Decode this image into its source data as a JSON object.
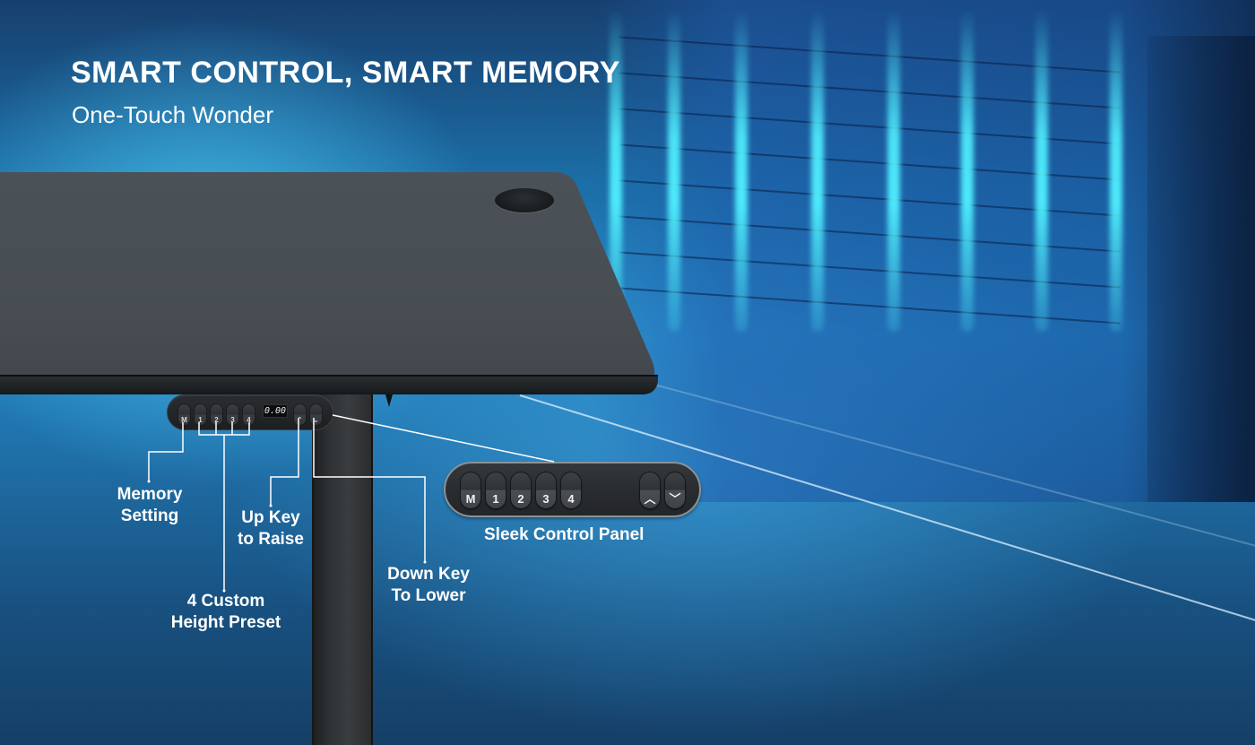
{
  "header": {
    "title": "SMART CONTROL, SMART MEMORY",
    "subtitle": "One-Touch Wonder"
  },
  "mini_panel": {
    "keys": [
      "M",
      "1",
      "2",
      "3",
      "4"
    ],
    "display": "0.00",
    "arrows": [
      "up-key",
      "down-key"
    ]
  },
  "big_panel": {
    "keys": [
      "M",
      "1",
      "2",
      "3",
      "4"
    ],
    "up_glyph": "︿",
    "down_glyph": "﹀",
    "caption": "Sleek Control Panel"
  },
  "callouts": {
    "memory": [
      "Memory",
      "Setting"
    ],
    "up": [
      "Up Key",
      "to Raise"
    ],
    "presets": [
      "4 Custom",
      "Height Preset"
    ],
    "down": [
      "Down Key",
      "To Lower"
    ]
  },
  "colors": {
    "background_blue": "#2386c4",
    "deep_blue": "#153f67",
    "glow_cyan": "#50f0ff",
    "desk_gray": "#474d52",
    "panel_dark": "#2a2d30",
    "text": "#ffffff"
  }
}
